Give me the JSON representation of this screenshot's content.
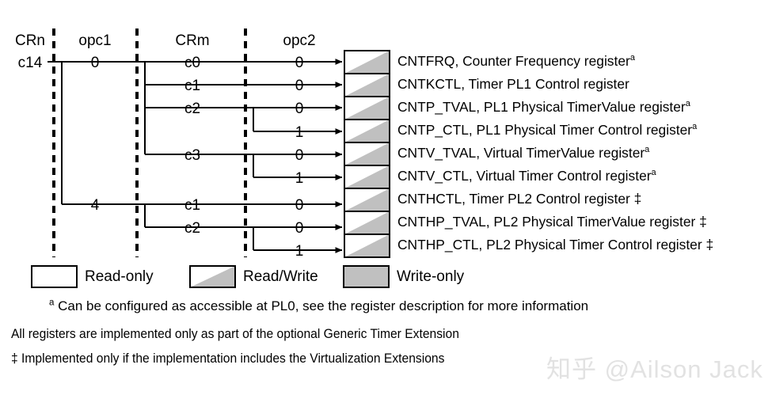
{
  "figure": {
    "background_color": "#ffffff",
    "line_color": "#000000",
    "fill_readwrite_gray": "#c0c0c0",
    "fill_writeonly_gray": "#c0c0c0"
  },
  "columns": [
    {
      "label": "CRn"
    },
    {
      "label": "opc1"
    },
    {
      "label": "CRm"
    },
    {
      "label": "opc2"
    }
  ],
  "crn": {
    "value": "c14"
  },
  "opc1_nodes": [
    {
      "value": "0"
    },
    {
      "value": "4"
    }
  ],
  "crm_nodes": [
    {
      "value": "c0"
    },
    {
      "value": "c1"
    },
    {
      "value": "c2"
    },
    {
      "value": "c3"
    },
    {
      "value": "c1"
    },
    {
      "value": "c2"
    }
  ],
  "rows": [
    {
      "opc2": "0",
      "register": "CNTFRQ, Counter Frequency register",
      "footnote": "a",
      "access": "Read/Write"
    },
    {
      "opc2": "0",
      "register": "CNTKCTL, Timer PL1 Control register",
      "footnote": "",
      "access": "Read/Write"
    },
    {
      "opc2": "0",
      "register": "CNTP_TVAL, PL1 Physical TimerValue register",
      "footnote": "a",
      "access": "Read/Write"
    },
    {
      "opc2": "1",
      "register": "CNTP_CTL, PL1 Physical Timer Control register",
      "footnote": "a",
      "access": "Read/Write"
    },
    {
      "opc2": "0",
      "register": "CNTV_TVAL, Virtual TimerValue register",
      "footnote": "a",
      "access": "Read/Write"
    },
    {
      "opc2": "1",
      "register": "CNTV_CTL, Virtual Timer Control register",
      "footnote": "a",
      "access": "Read/Write"
    },
    {
      "opc2": "0",
      "register": "CNTHCTL, Timer PL2 Control register",
      "footnote": "‡",
      "access": "Read/Write"
    },
    {
      "opc2": "0",
      "register": "CNTHP_TVAL, PL2 Physical TimerValue register",
      "footnote": "‡",
      "access": "Read/Write"
    },
    {
      "opc2": "1",
      "register": "CNTHP_CTL, PL2 Physical Timer Control register",
      "footnote": "‡",
      "access": "Read/Write"
    }
  ],
  "legend": [
    {
      "label": "Read-only",
      "style": "white"
    },
    {
      "label": "Read/Write",
      "style": "diagonal"
    },
    {
      "label": "Write-only",
      "style": "gray"
    }
  ],
  "notes": {
    "footnote_a": "Can be configured as accessible at PL0, see the register description for more information",
    "footnote_a_marker": "a",
    "line_all": "All registers are implemented only as part of the optional Generic Timer Extension",
    "line_dagger": "‡ Implemented only if the implementation includes the Virtualization Extensions"
  },
  "watermark": {
    "text": "知乎 @Ailson Jack"
  }
}
